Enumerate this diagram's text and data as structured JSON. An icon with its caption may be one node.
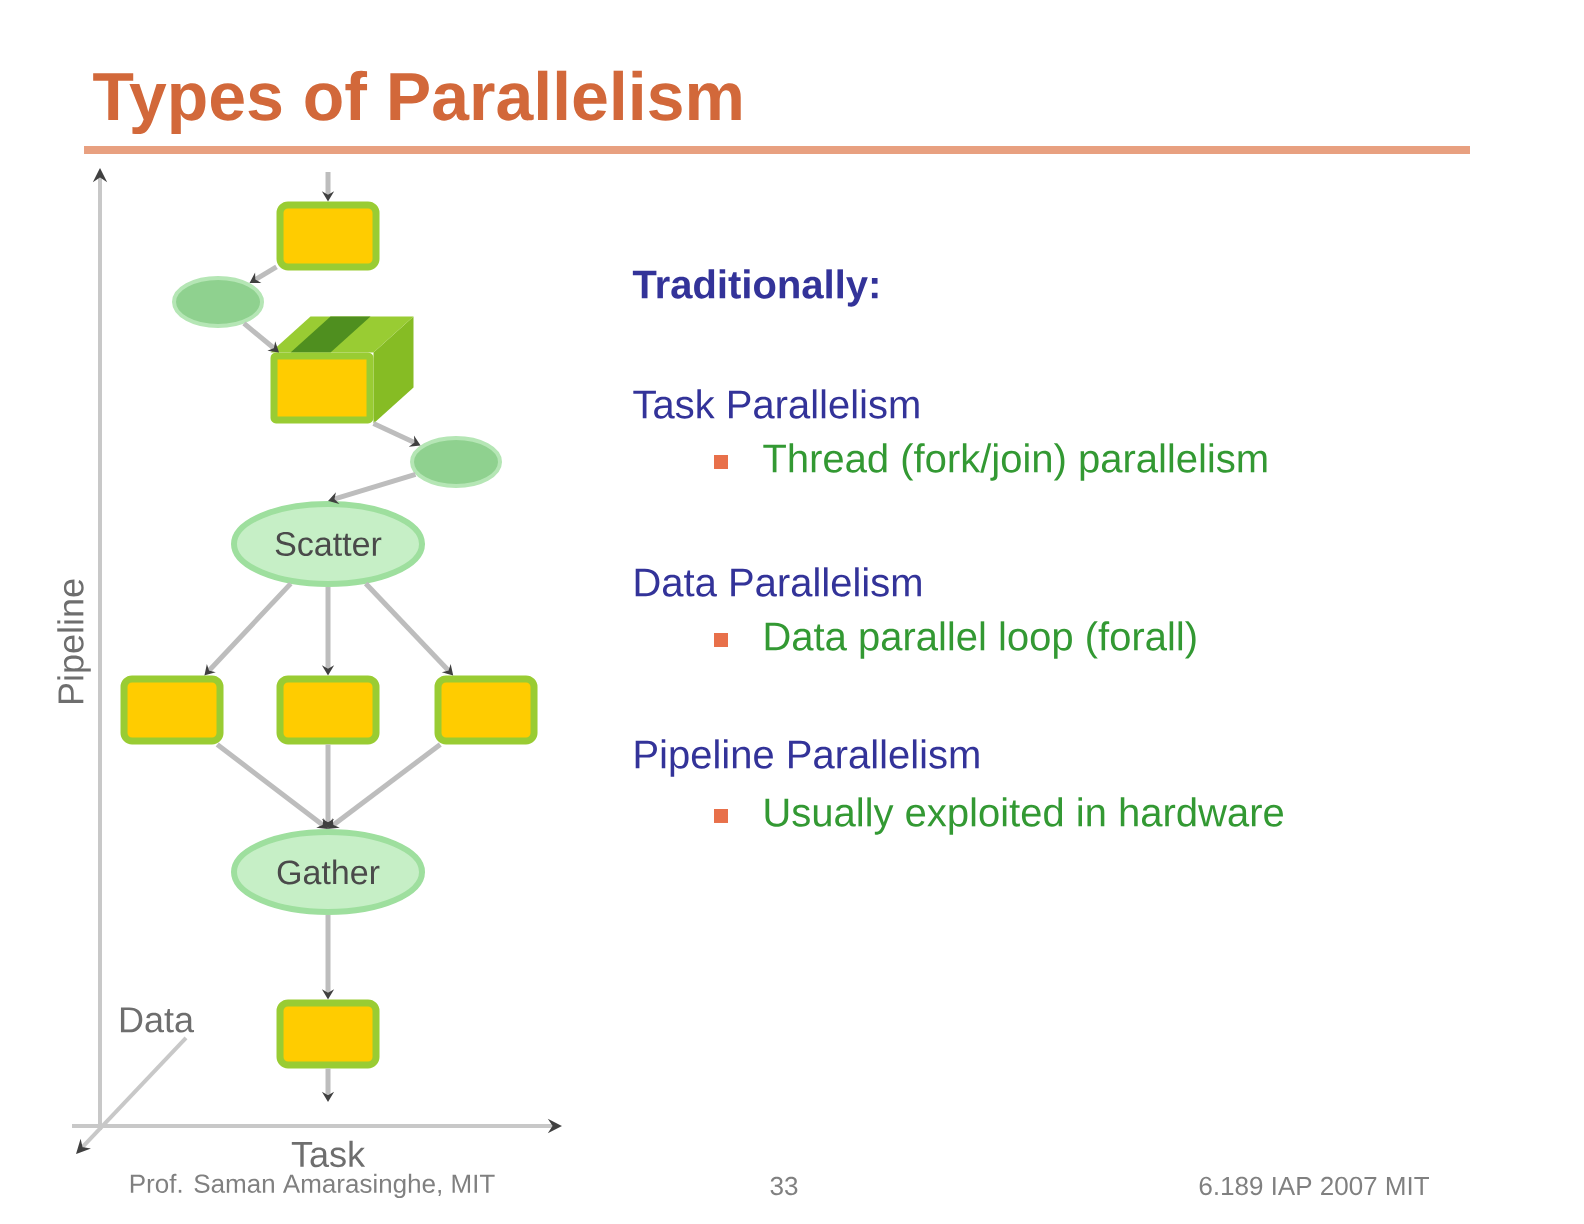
{
  "diagram": {
    "title": "Types of Parallelism",
    "nodes": [
      {
        "text": [],
        "shape": "box"
      },
      {
        "text": [],
        "shape": "ellipse"
      },
      {
        "text": [],
        "shape": "cube"
      },
      {
        "text": [],
        "shape": "ellipse"
      },
      {
        "text": [
          "Scatter"
        ]
      },
      {
        "text": [],
        "shape": "box"
      },
      {
        "text": [],
        "shape": "box"
      },
      {
        "text": [],
        "shape": "box"
      },
      {
        "text": [
          "Gather"
        ]
      },
      {
        "text": [],
        "shape": "box"
      }
    ],
    "edges": [
      {
        "from": null,
        "to": 0,
        "arrow": "to"
      },
      {
        "from": 0,
        "to": 1,
        "arrow": "to"
      },
      {
        "from": 1,
        "to": 2,
        "arrow": "to"
      },
      {
        "from": 2,
        "to": 3,
        "arrow": "to"
      },
      {
        "from": 3,
        "to": 4,
        "arrow": "to"
      },
      {
        "from": 4,
        "to": 5,
        "arrow": "to"
      },
      {
        "from": 4,
        "to": 6,
        "arrow": "to"
      },
      {
        "from": 4,
        "to": 7,
        "arrow": "to"
      },
      {
        "from": 5,
        "to": 8,
        "arrow": "to"
      },
      {
        "from": 6,
        "to": 8,
        "arrow": "to"
      },
      {
        "from": 7,
        "to": 8,
        "arrow": "to"
      },
      {
        "from": 8,
        "to": 9,
        "arrow": "to"
      },
      {
        "from": 9,
        "to": null,
        "arrow": "to"
      }
    ],
    "labels": [
      "Pipeline",
      "Data",
      "Task",
      "Traditionally:",
      "Task Parallelism",
      "Thread (fork/join) parallelism",
      "Data Parallelism",
      "Data parallel loop (forall)",
      "Pipeline Parallelism",
      "Usually exploited in hardware",
      "Prof. Saman Amarasinghe, MIT",
      "33",
      "6.189 IAP 2007 MIT"
    ]
  }
}
